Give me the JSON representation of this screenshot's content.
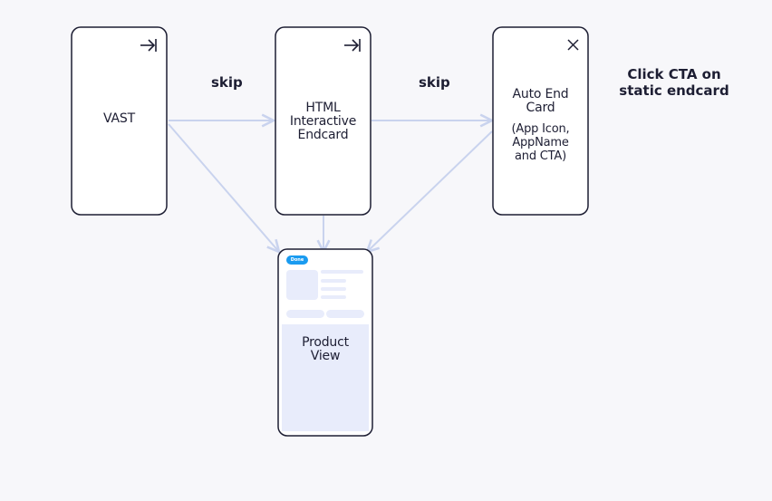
{
  "cards": {
    "vast": {
      "label": "VAST",
      "icon": "skip-arrow-icon"
    },
    "html_endcard": {
      "label_lines": [
        "HTML",
        "Interactive",
        "Endcard"
      ],
      "icon": "skip-arrow-icon"
    },
    "auto_endcard": {
      "label_lines": [
        "Auto End",
        "Card"
      ],
      "sub_lines": [
        "(App Icon,",
        "AppName",
        "and CTA)"
      ],
      "icon": "close-icon"
    },
    "product_view": {
      "label_lines": [
        "Product",
        "View"
      ],
      "badge": "Done"
    }
  },
  "flows": {
    "skip_1": "skip",
    "skip_2": "skip"
  },
  "note_lines": [
    "Click CTA on",
    "static endcard"
  ],
  "colors": {
    "arrow": "#c9d3ee",
    "card_border": "#1d1e33",
    "card_fill": "#ffffff",
    "product_fill": "#e8ecfb",
    "badge": "#1a9bf0"
  }
}
